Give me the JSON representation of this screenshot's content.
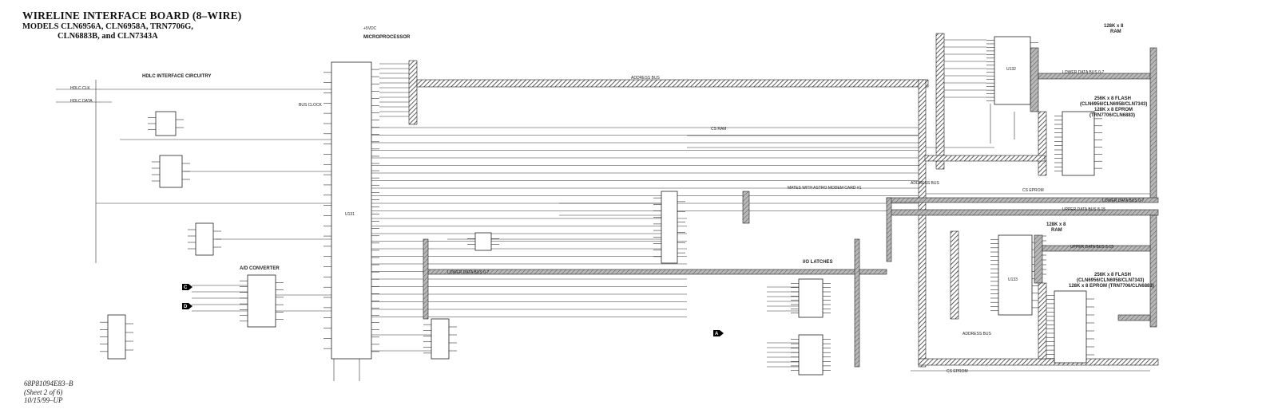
{
  "header": {
    "title": "WIRELINE INTERFACE BOARD (8–WIRE)",
    "models_line1": "MODELS CLN6956A, CLN6958A, TRN7706G,",
    "models_line2": "CLN6883B, and CLN7343A"
  },
  "footer": {
    "doc_number": "68P81094E83–B",
    "sheet": "(Sheet 2 of 6)",
    "date": "10/15/99–UP"
  },
  "blocks": {
    "microprocessor": "MICROPROCESSOR",
    "micro_ref": "U131",
    "hdlc": "HDLC INTERFACE CIRCUITRY",
    "adc": "A/D CONVERTER",
    "io_latches": "I/O LATCHES",
    "ram1": "128K x 8",
    "ram1_sub": "RAM",
    "ram1_ref": "U132",
    "ram2": "128K x 8",
    "ram2_sub": "RAM",
    "ram2_ref": "U133",
    "flash1_l1": "256K x 8 FLASH",
    "flash1_l2": "(CLN6956/CLN6958/CLN7343)",
    "flash1_l3": "128K x 8 EPROM",
    "flash1_l4": "(TRN7706/CLN6883)",
    "flash2_l1": "256K x 8 FLASH",
    "flash2_l2": "(CLN6956/CLN6958/CLN7343)",
    "flash2_l3": "128K x 8 EPROM (TRN7706/CLN6883)"
  },
  "buses": {
    "address": "ADDRESS BUS",
    "lower_data": "LOWER DATA BUS 0-7",
    "upper_data": "UPPER DATA BUS 8-15",
    "cs_eprom": "CS EPROM",
    "cs_ram": "CS RAM",
    "to_mates": "MATES WITH ASTRO MODEM CARD #1",
    "bus_clock": "BUS CLOCK",
    "hdlc_clk": "HDLC CLK",
    "hdlc_data": "HDLC DATA",
    "plus5": "+5VDC"
  },
  "connectors": {
    "c": "C",
    "d": "D",
    "a": "A"
  }
}
